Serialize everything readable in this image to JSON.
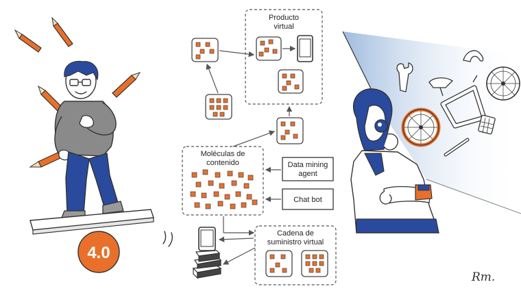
{
  "badge": {
    "text": "4.0"
  },
  "groups": {
    "producto_virtual": [
      "Producto",
      "virtual"
    ],
    "moleculas": [
      "Moléculas de",
      "contenido"
    ],
    "cadena": [
      "Cadena de",
      "suministro virtual"
    ]
  },
  "boxes": {
    "data_mining": [
      "Data mining",
      "agent"
    ],
    "chat_bot": [
      "Chat bot"
    ]
  },
  "signature": {
    "text": "Rm."
  },
  "colors": {
    "accent": "#e8702a",
    "ink": "#333333",
    "navy": "#2a4a9e",
    "beam": "#9ab8dc"
  },
  "icons": [
    "pencil-icon",
    "tablet-icon",
    "books-icon",
    "wrench-icon",
    "bicycle-wheel-icon",
    "bicycle-frame-icon",
    "bicycle-saddle-icon",
    "handlebar-icon",
    "calculator-icon",
    "magnifier-icon"
  ]
}
